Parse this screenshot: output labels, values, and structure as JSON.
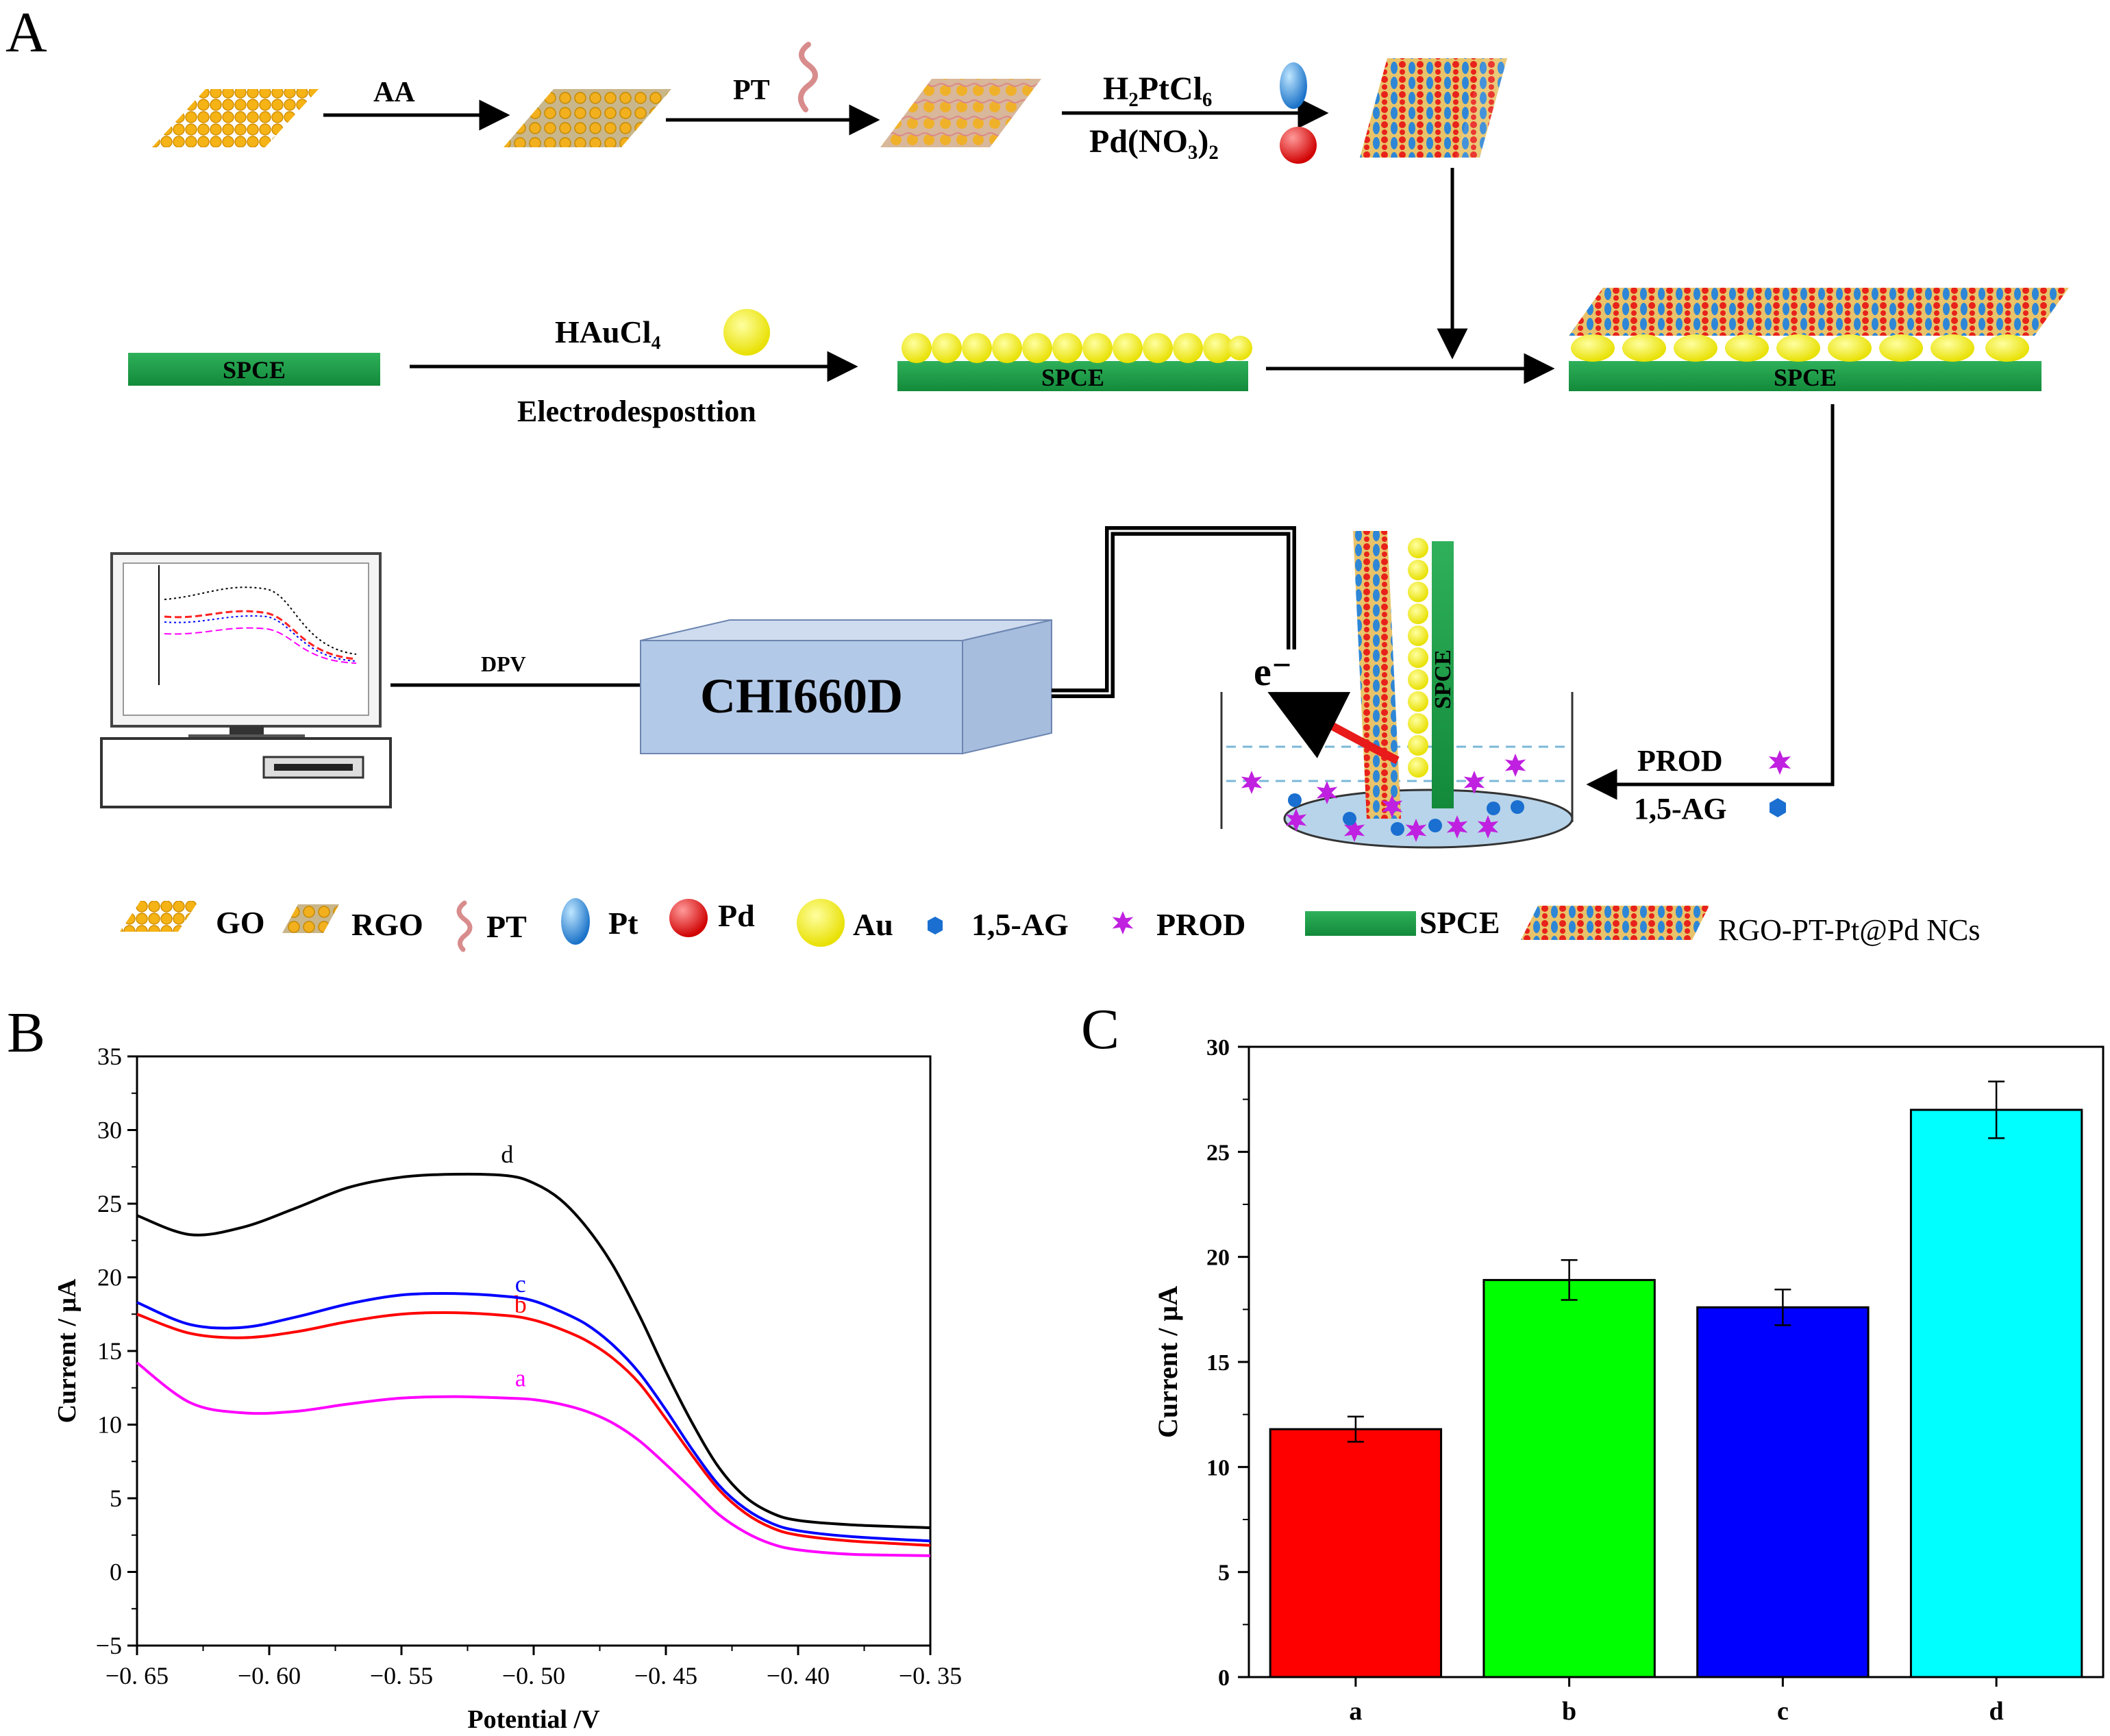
{
  "panel_labels": {
    "a": "A",
    "b": "B",
    "c": "C"
  },
  "scheme": {
    "step_aa": "AA",
    "step_pt": "PT",
    "reagent_pt": "H₂PtCl₆",
    "reagent_pd": "Pd(NO₃)₂",
    "electrode": "SPCE",
    "reagent_au": "HAuCl₄",
    "step_electrodeposition": "Electrodesposttion",
    "dpv": "DPV",
    "instrument": "CHI660D",
    "electron": "e⁻",
    "analyte_prod": "PROD",
    "analyte_ag": "1,5-AG",
    "legend": {
      "go": "GO",
      "rgo": "RGO",
      "pt_peptide": "PT",
      "pt": "Pt",
      "pd": "Pd",
      "au": "Au",
      "ag": "1,5-AG",
      "prod": "PROD",
      "spce": "SPCE",
      "nc": "RGO-PT-Pt@Pd NCs"
    }
  },
  "chart_data": [
    {
      "type": "line",
      "panel": "B",
      "xlabel": "Potential /V",
      "ylabel": "Current / μA",
      "xlim": [
        -0.65,
        -0.35
      ],
      "ylim": [
        -5,
        35
      ],
      "xticks": [
        -0.65,
        -0.6,
        -0.55,
        -0.5,
        -0.45,
        -0.4,
        -0.35
      ],
      "xtick_labels": [
        "−0. 65",
        "−0. 60",
        "−0. 55",
        "−0. 50",
        "−0. 45",
        "−0. 40",
        "−0. 35"
      ],
      "yticks": [
        -5,
        0,
        5,
        10,
        15,
        20,
        25,
        30,
        35
      ],
      "ytick_labels": [
        "−5",
        "0",
        "5",
        "10",
        "15",
        "20",
        "25",
        "30",
        "35"
      ],
      "x": [
        -0.65,
        -0.63,
        -0.61,
        -0.59,
        -0.57,
        -0.55,
        -0.53,
        -0.51,
        -0.5,
        -0.49,
        -0.48,
        -0.47,
        -0.46,
        -0.45,
        -0.44,
        -0.43,
        -0.42,
        -0.41,
        -0.4,
        -0.38,
        -0.35
      ],
      "series": [
        {
          "name": "a",
          "color": "#ff00ff",
          "label_at": [
            -0.505,
            12.6
          ],
          "values": [
            14.2,
            11.5,
            10.8,
            10.9,
            11.4,
            11.8,
            11.9,
            11.8,
            11.7,
            11.4,
            10.9,
            10.1,
            8.9,
            7.3,
            5.6,
            3.9,
            2.7,
            1.9,
            1.5,
            1.2,
            1.1
          ]
        },
        {
          "name": "b",
          "color": "#ff0000",
          "label_at": [
            -0.505,
            17.6
          ],
          "values": [
            17.5,
            16.2,
            15.9,
            16.3,
            17.0,
            17.5,
            17.6,
            17.4,
            17.1,
            16.5,
            15.7,
            14.5,
            12.8,
            10.4,
            7.9,
            5.6,
            4.0,
            3.0,
            2.5,
            2.1,
            1.8
          ]
        },
        {
          "name": "c",
          "color": "#0000ff",
          "label_at": [
            -0.505,
            19.0
          ],
          "values": [
            18.3,
            16.8,
            16.6,
            17.3,
            18.2,
            18.8,
            18.9,
            18.7,
            18.4,
            17.7,
            16.8,
            15.4,
            13.5,
            11.0,
            8.3,
            5.9,
            4.3,
            3.3,
            2.8,
            2.4,
            2.1
          ]
        },
        {
          "name": "d",
          "color": "#000000",
          "label_at": [
            -0.51,
            27.8
          ],
          "values": [
            24.2,
            22.9,
            23.4,
            24.7,
            26.1,
            26.8,
            27.0,
            26.9,
            26.4,
            25.3,
            23.4,
            20.8,
            17.4,
            13.6,
            10.1,
            7.1,
            5.1,
            4.0,
            3.5,
            3.2,
            3.0
          ]
        }
      ]
    },
    {
      "type": "bar",
      "panel": "C",
      "xlabel": "",
      "ylabel": "Current / μA",
      "ylim": [
        0,
        30
      ],
      "yticks": [
        0,
        5,
        10,
        15,
        20,
        25,
        30
      ],
      "categories": [
        "a",
        "b",
        "c",
        "d"
      ],
      "values": [
        11.8,
        18.9,
        17.6,
        27.0
      ],
      "errors": [
        0.6,
        0.95,
        0.85,
        1.35
      ],
      "colors": [
        "#ff0000",
        "#00ff00",
        "#0000ff",
        "#00ffff"
      ]
    }
  ]
}
